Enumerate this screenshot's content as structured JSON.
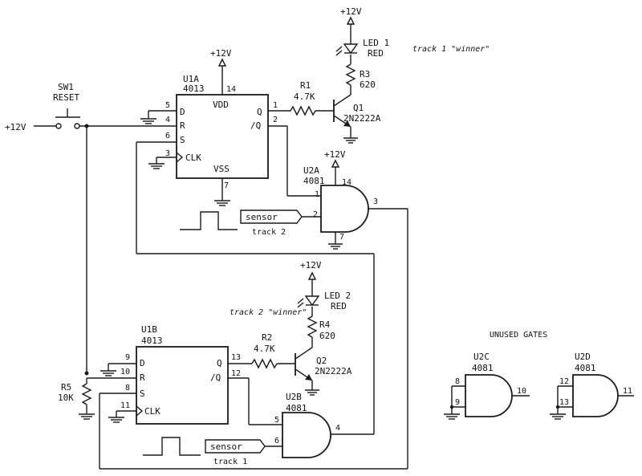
{
  "supply": {
    "label": "+12V"
  },
  "sw1": {
    "ref": "SW1",
    "name": "RESET"
  },
  "u1a": {
    "ref": "U1A",
    "part": "4013",
    "vdd": "VDD",
    "vss": "VSS",
    "d": "D",
    "r": "R",
    "s": "S",
    "clk": "CLK",
    "q": "Q",
    "qn": "/Q",
    "pin_d": "5",
    "pin_r": "4",
    "pin_s": "6",
    "pin_clk": "3",
    "pin_q": "1",
    "pin_qn": "2",
    "pin_vdd": "14",
    "pin_vss": "7"
  },
  "u1b": {
    "ref": "U1B",
    "part": "4013",
    "d": "D",
    "r": "R",
    "s": "S",
    "clk": "CLK",
    "q": "Q",
    "qn": "/Q",
    "pin_d": "9",
    "pin_r": "10",
    "pin_s": "8",
    "pin_clk": "11",
    "pin_q": "13",
    "pin_qn": "12"
  },
  "u2a": {
    "ref": "U2A",
    "part": "4081",
    "pin_a": "1",
    "pin_b": "2",
    "pin_out": "3",
    "pin_vdd": "14",
    "pin_vss": "7"
  },
  "u2b": {
    "ref": "U2B",
    "part": "4081",
    "pin_a": "5",
    "pin_b": "6",
    "pin_out": "4"
  },
  "u2c": {
    "ref": "U2C",
    "part": "4081",
    "pin_a": "8",
    "pin_b": "9",
    "pin_out": "10"
  },
  "u2d": {
    "ref": "U2D",
    "part": "4081",
    "pin_a": "12",
    "pin_b": "13",
    "pin_out": "11"
  },
  "r1": {
    "ref": "R1",
    "value": "4.7K"
  },
  "r2": {
    "ref": "R2",
    "value": "4.7K"
  },
  "r3": {
    "ref": "R3",
    "value": "620"
  },
  "r4": {
    "ref": "R4",
    "value": "620"
  },
  "r5": {
    "ref": "R5",
    "value": "10K"
  },
  "q1": {
    "ref": "Q1",
    "part": "2N2222A"
  },
  "q2": {
    "ref": "Q2",
    "part": "2N2222A"
  },
  "led1": {
    "ref": "LED 1",
    "color": "RED",
    "note": "track 1 \"winner\""
  },
  "led2": {
    "ref": "LED 2",
    "color": "RED",
    "note": "track 2 \"winner\""
  },
  "sensor1": {
    "label": "sensor",
    "track": "track 2"
  },
  "sensor2": {
    "label": "sensor",
    "track": "track 1"
  },
  "unused": {
    "label": "UNUSED GATES"
  }
}
